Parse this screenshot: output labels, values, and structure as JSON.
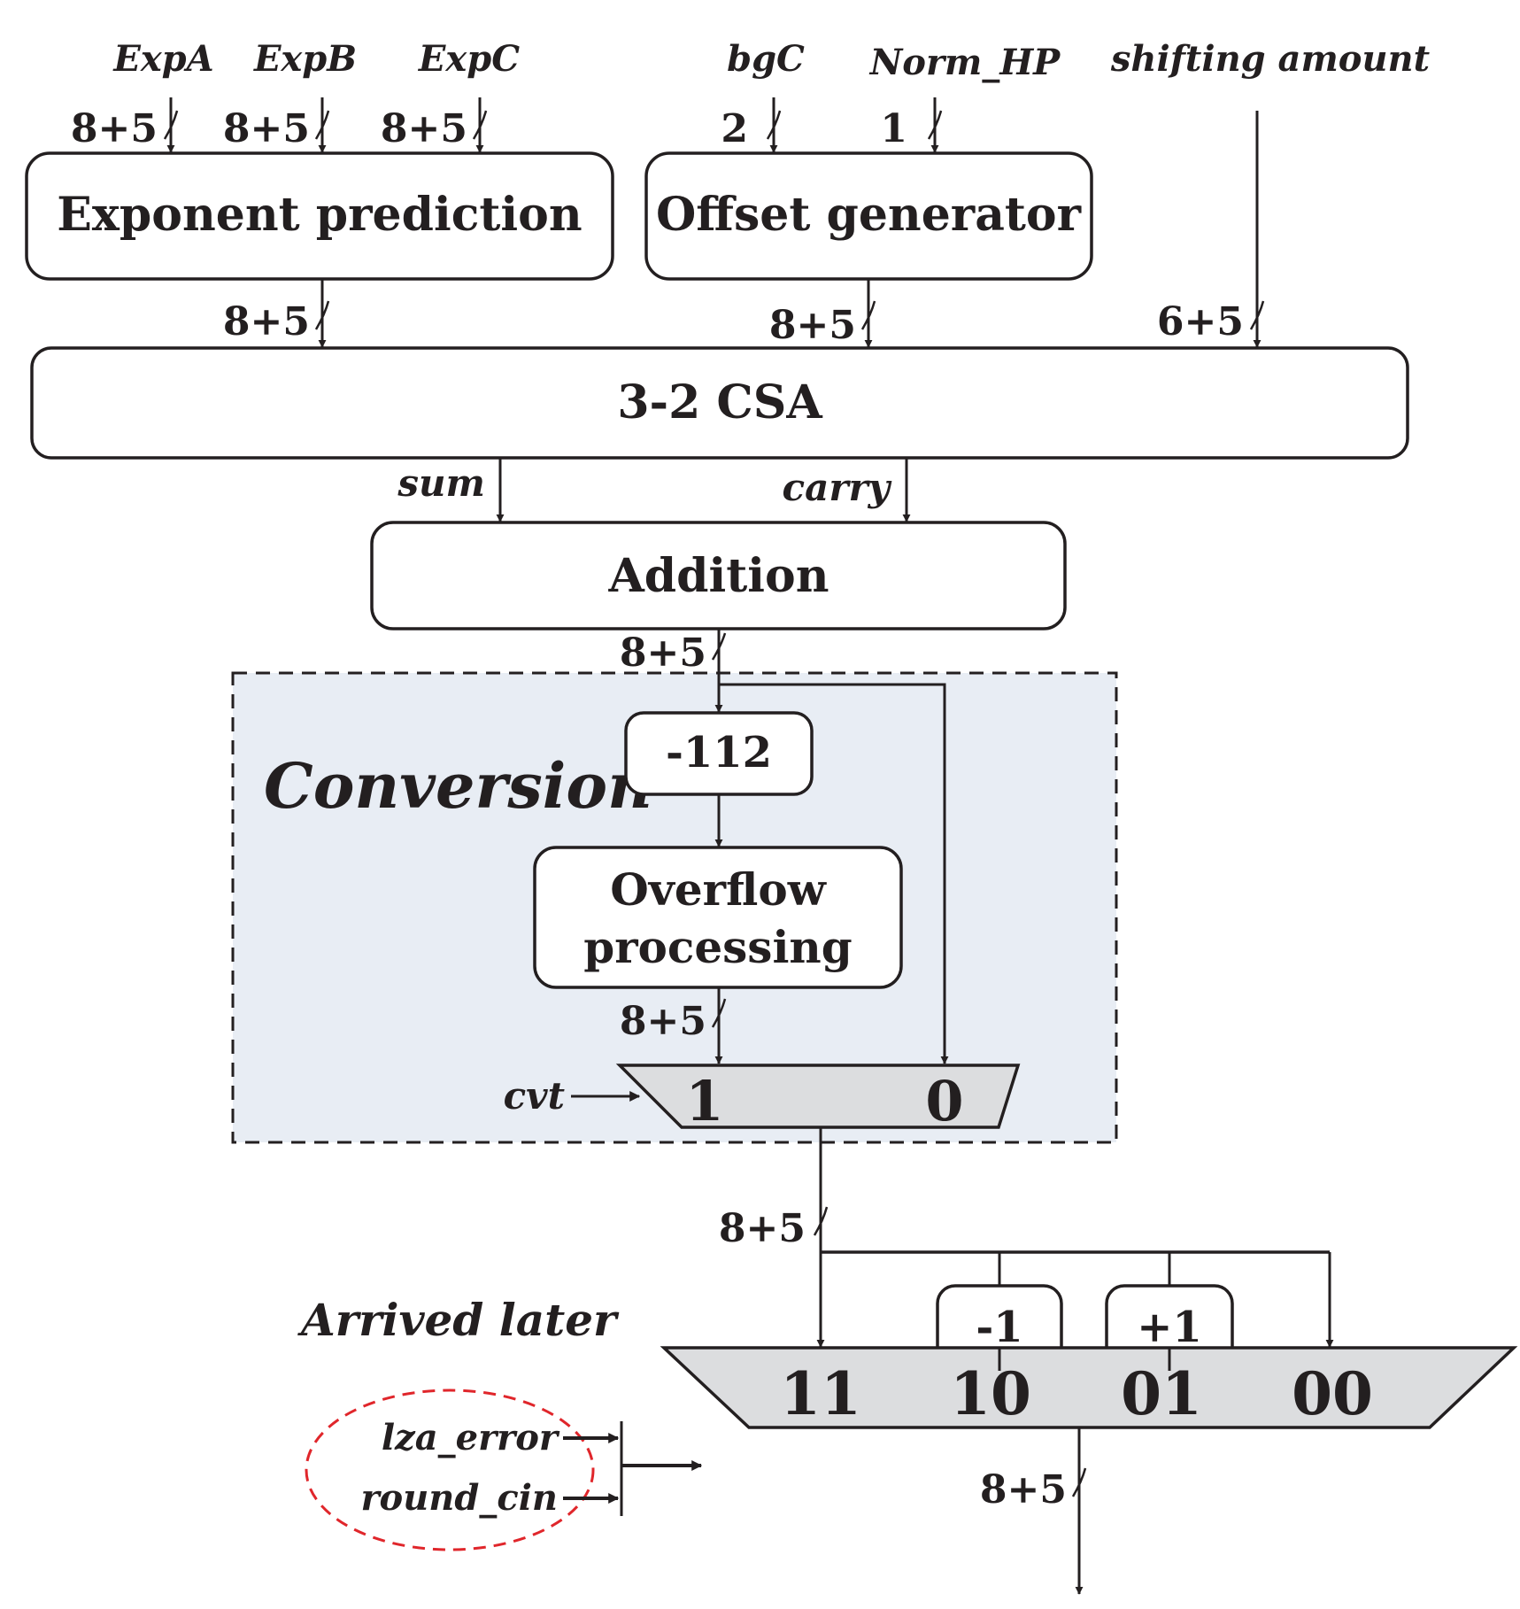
{
  "inputs": {
    "expA": {
      "name": "ExpA",
      "width": "8+5"
    },
    "expB": {
      "name": "ExpB",
      "width": "8+5"
    },
    "expC": {
      "name": "ExpC",
      "width": "8+5"
    },
    "bgC": {
      "name": "bgC",
      "width": "2"
    },
    "norm_hp": {
      "name": "Norm_HP",
      "width": "1"
    },
    "shifting": {
      "name": "shifting amount",
      "width": "6+5"
    }
  },
  "blocks": {
    "exponent_prediction": {
      "label": "Exponent prediction",
      "out_width": "8+5"
    },
    "offset_generator": {
      "label": "Offset generator",
      "out_width": "8+5"
    },
    "csa": {
      "label": "3-2 CSA",
      "out_sum": "sum",
      "out_carry": "carry"
    },
    "addition": {
      "label": "Addition",
      "out_width": "8+5"
    },
    "minus112": {
      "label": "-112"
    },
    "overflow": {
      "label_line1": "Overflow",
      "label_line2": "processing",
      "out_width": "8+5"
    },
    "minus1": {
      "label": "-1"
    },
    "plus1": {
      "label": "+1"
    }
  },
  "conversion": {
    "title": "Conversion",
    "fill_color": "#e8edf4",
    "mux": {
      "select": "cvt",
      "in1": "1",
      "in0": "0",
      "out_width": "8+5"
    }
  },
  "final_mux": {
    "inputs": [
      "11",
      "10",
      "01",
      "00"
    ],
    "out_width": "8+5",
    "fill_color": "#dcdddf"
  },
  "late_signals": {
    "title": "Arrived later",
    "signals": [
      "lza_error",
      "round_cin"
    ],
    "ellipse_color": "#e0262b"
  }
}
